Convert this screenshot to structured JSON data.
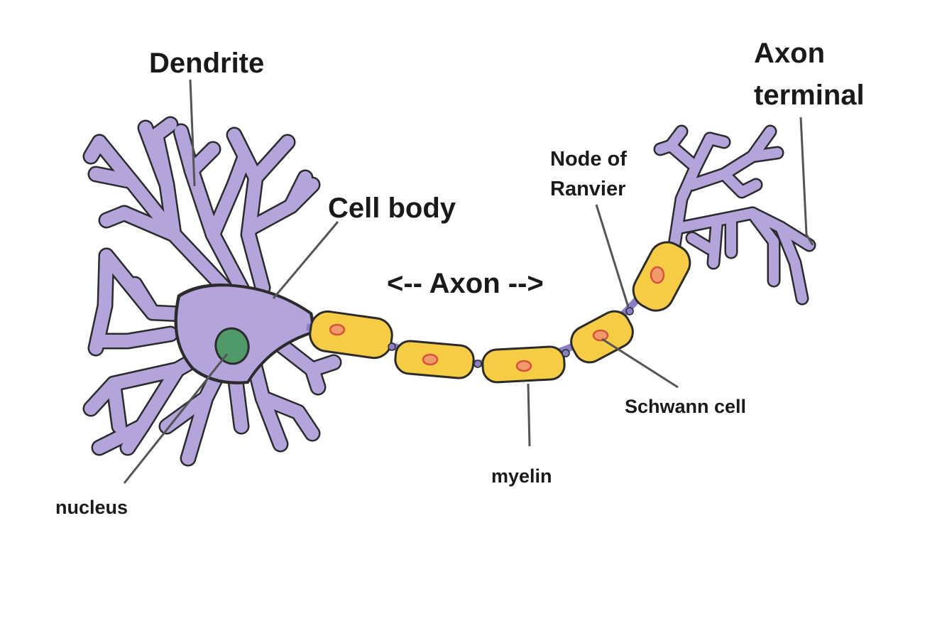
{
  "labels": {
    "dendrite": "Dendrite",
    "cell_body": "Cell body",
    "axon": "<-- Axon -->",
    "node_of_ranvier_line1": "Node of",
    "node_of_ranvier_line2": "Ranvier",
    "axon_terminal_line1": "Axon",
    "axon_terminal_line2": "terminal",
    "schwann_cell": "Schwann cell",
    "myelin": "myelin",
    "nucleus": "nucleus"
  },
  "colors": {
    "neuron_purple": "#b3a4dc",
    "myelin_yellow": "#f7cc45",
    "nucleus_green": "#4f9a68",
    "schwann_nucleus": "#f09a6a",
    "outline": "#2b2b2b",
    "leader_line": "#555555"
  }
}
